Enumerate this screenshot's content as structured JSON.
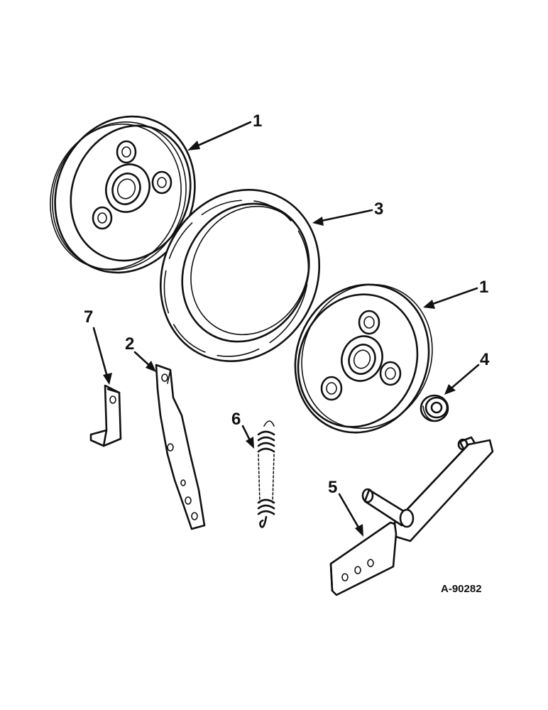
{
  "callouts": {
    "wheel_half_upper": "1",
    "bracket": "2",
    "tire": "3",
    "bearing": "4",
    "axle_arm": "5",
    "spring": "6",
    "angle_clip": "7",
    "wheel_half_lower": "1"
  },
  "drawing_number": "A-90282",
  "colors": {
    "ink": "#111111",
    "paper": "#ffffff"
  }
}
